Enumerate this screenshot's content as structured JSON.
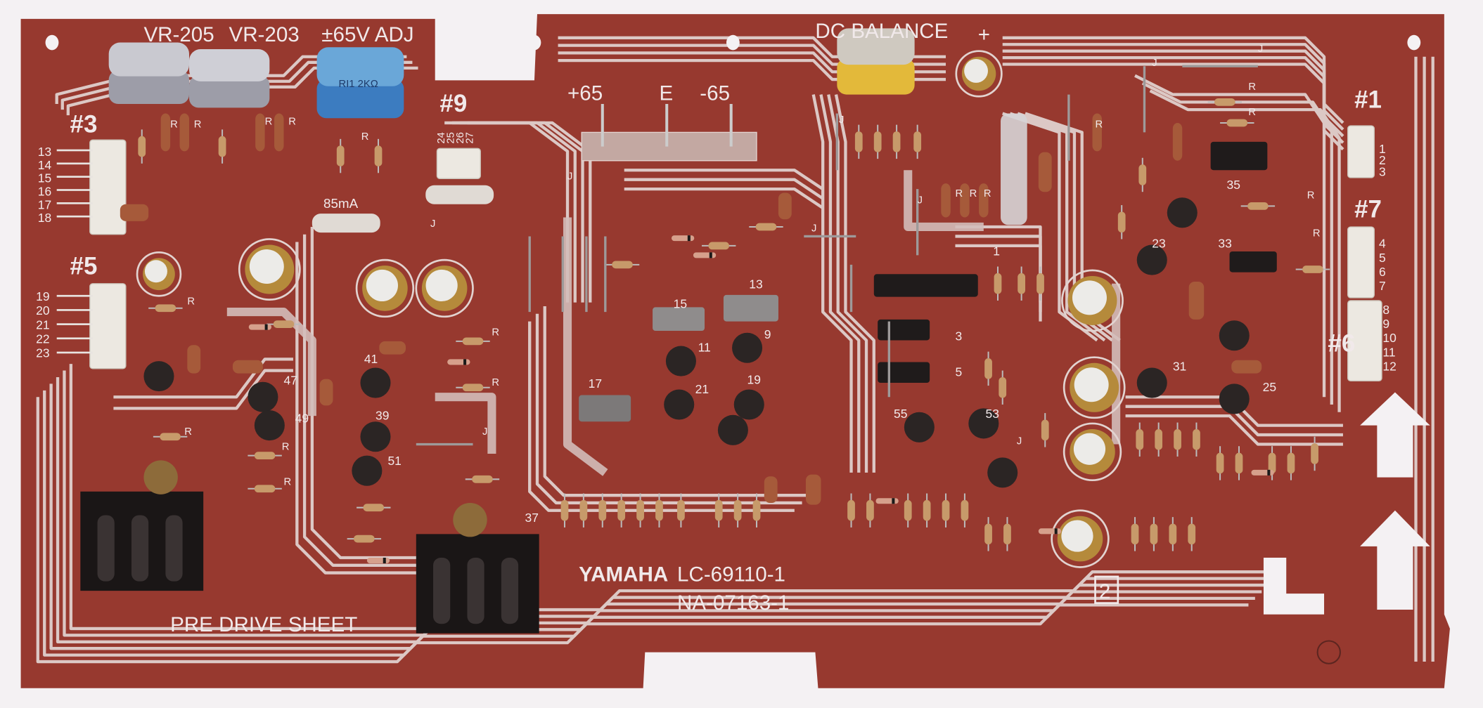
{
  "board": {
    "colors": {
      "substrate": "#97392f",
      "trace": "#dcc8c5",
      "silkscreen": "#f1e9ea",
      "background": "#f4f1f3"
    },
    "title_labels": {
      "vr205": "VR-205",
      "vr203": "VR-203",
      "adj": "±65V ADJ",
      "dc_balance": "DC BALANCE",
      "plus": "+",
      "pre_drive": "PRE DRIVE SHEET",
      "maker": "YAMAHA",
      "part_lc": "LC-69110-1",
      "part_na": "NA-07163-1",
      "box_num": "2",
      "current": "85mA",
      "pot_marking": "RI1 2KΩ"
    },
    "power": {
      "pos": "+65",
      "gnd": "E",
      "neg": "-65"
    },
    "connectors": [
      {
        "label": "#3",
        "pins": [
          "13",
          "14",
          "15",
          "16",
          "17",
          "18"
        ]
      },
      {
        "label": "#5",
        "pins": [
          "19",
          "20",
          "21",
          "22",
          "23"
        ]
      },
      {
        "label": "#9",
        "pins": [
          "24",
          "25",
          "26",
          "27"
        ]
      },
      {
        "label": "#1",
        "pins": [
          "1",
          "2",
          "3"
        ]
      },
      {
        "label": "#7",
        "pins": [
          "4",
          "5",
          "6",
          "7"
        ]
      },
      {
        "label": "#6",
        "pins": [
          "8",
          "9",
          "10",
          "11",
          "12"
        ]
      }
    ],
    "ref_numbers": [
      "47",
      "49",
      "41",
      "39",
      "51",
      "37",
      "15",
      "13",
      "17",
      "21",
      "19",
      "11",
      "9",
      "3",
      "5",
      "55",
      "53",
      "23",
      "33",
      "35",
      "31",
      "25",
      "1"
    ],
    "marks": {
      "resistor": "R",
      "jumper": "J"
    }
  }
}
